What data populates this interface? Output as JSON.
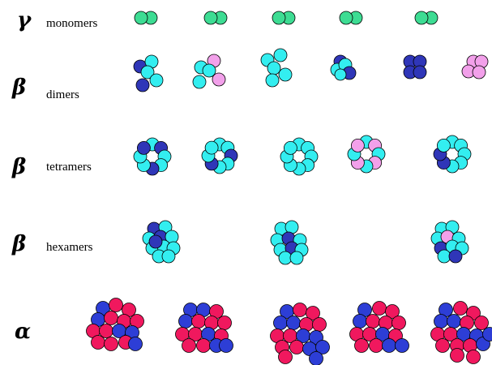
{
  "colors": {
    "green": "#3ddc93",
    "cyan": "#33eef0",
    "navy": "#2f36b8",
    "pink": "#f2a0ea",
    "crimson": "#f0185e",
    "blue": "#2d3ed6"
  },
  "rows": [
    {
      "key": "gamma",
      "symbol": "γ",
      "label": "monomers"
    },
    {
      "key": "beta1",
      "symbol": "β",
      "label": "dimers"
    },
    {
      "key": "beta2",
      "symbol": "β",
      "label": "tetramers"
    },
    {
      "key": "beta3",
      "symbol": "β",
      "label": "hexamers"
    },
    {
      "key": "alpha",
      "symbol": "α",
      "label": ""
    }
  ]
}
